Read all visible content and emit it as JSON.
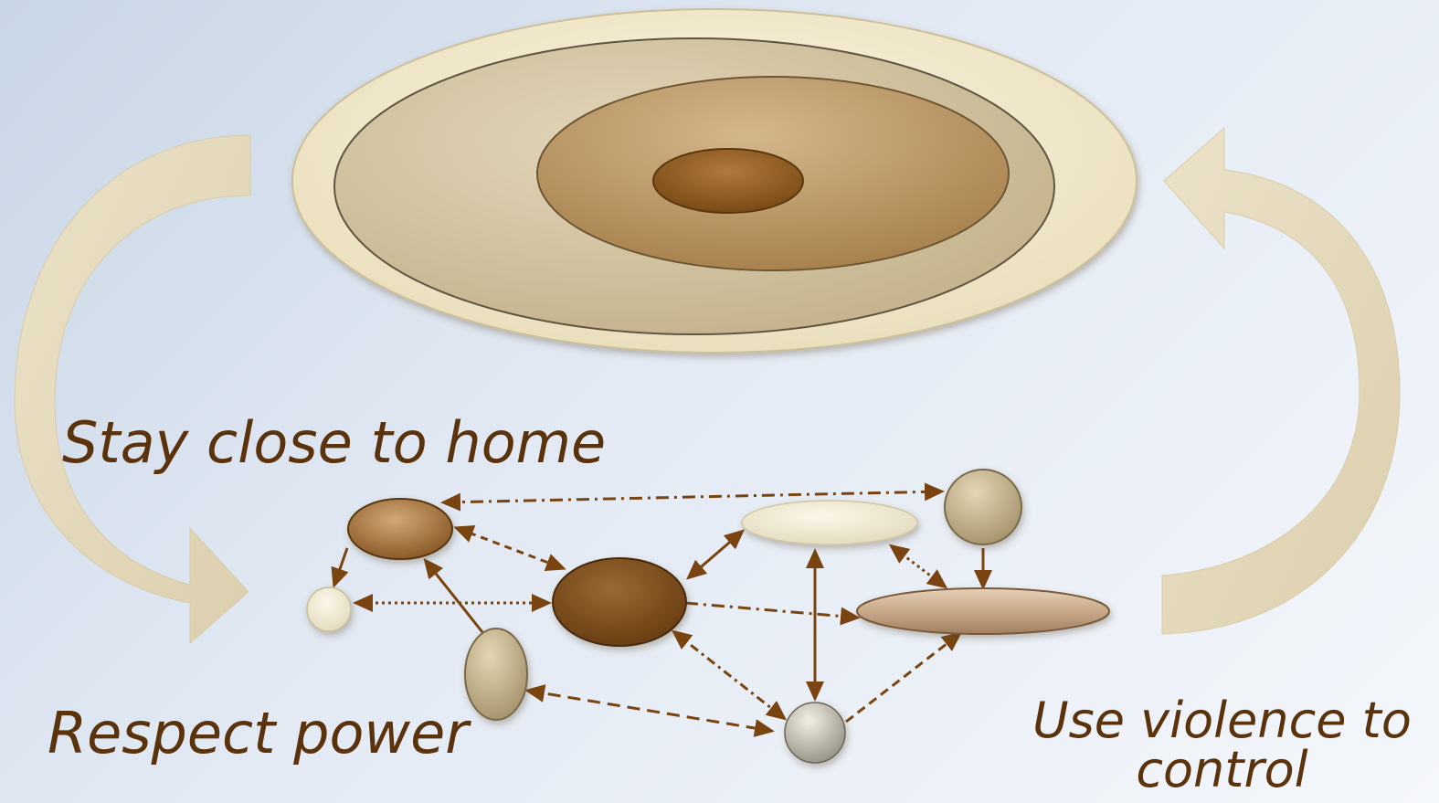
{
  "labels": {
    "stay_close": "Stay close to home",
    "respect_power": "Respect power",
    "use_violence": "Use violence to control"
  },
  "colors": {
    "text": "#5a320c",
    "arrow": "#7a4410",
    "curve_arrow_fill": "#e8dcc0",
    "outer_ring": "#f0e6c8",
    "middle_ring": "#d2c4a4",
    "inner_ring": "#b89a6e",
    "core": "#8c5a22"
  }
}
